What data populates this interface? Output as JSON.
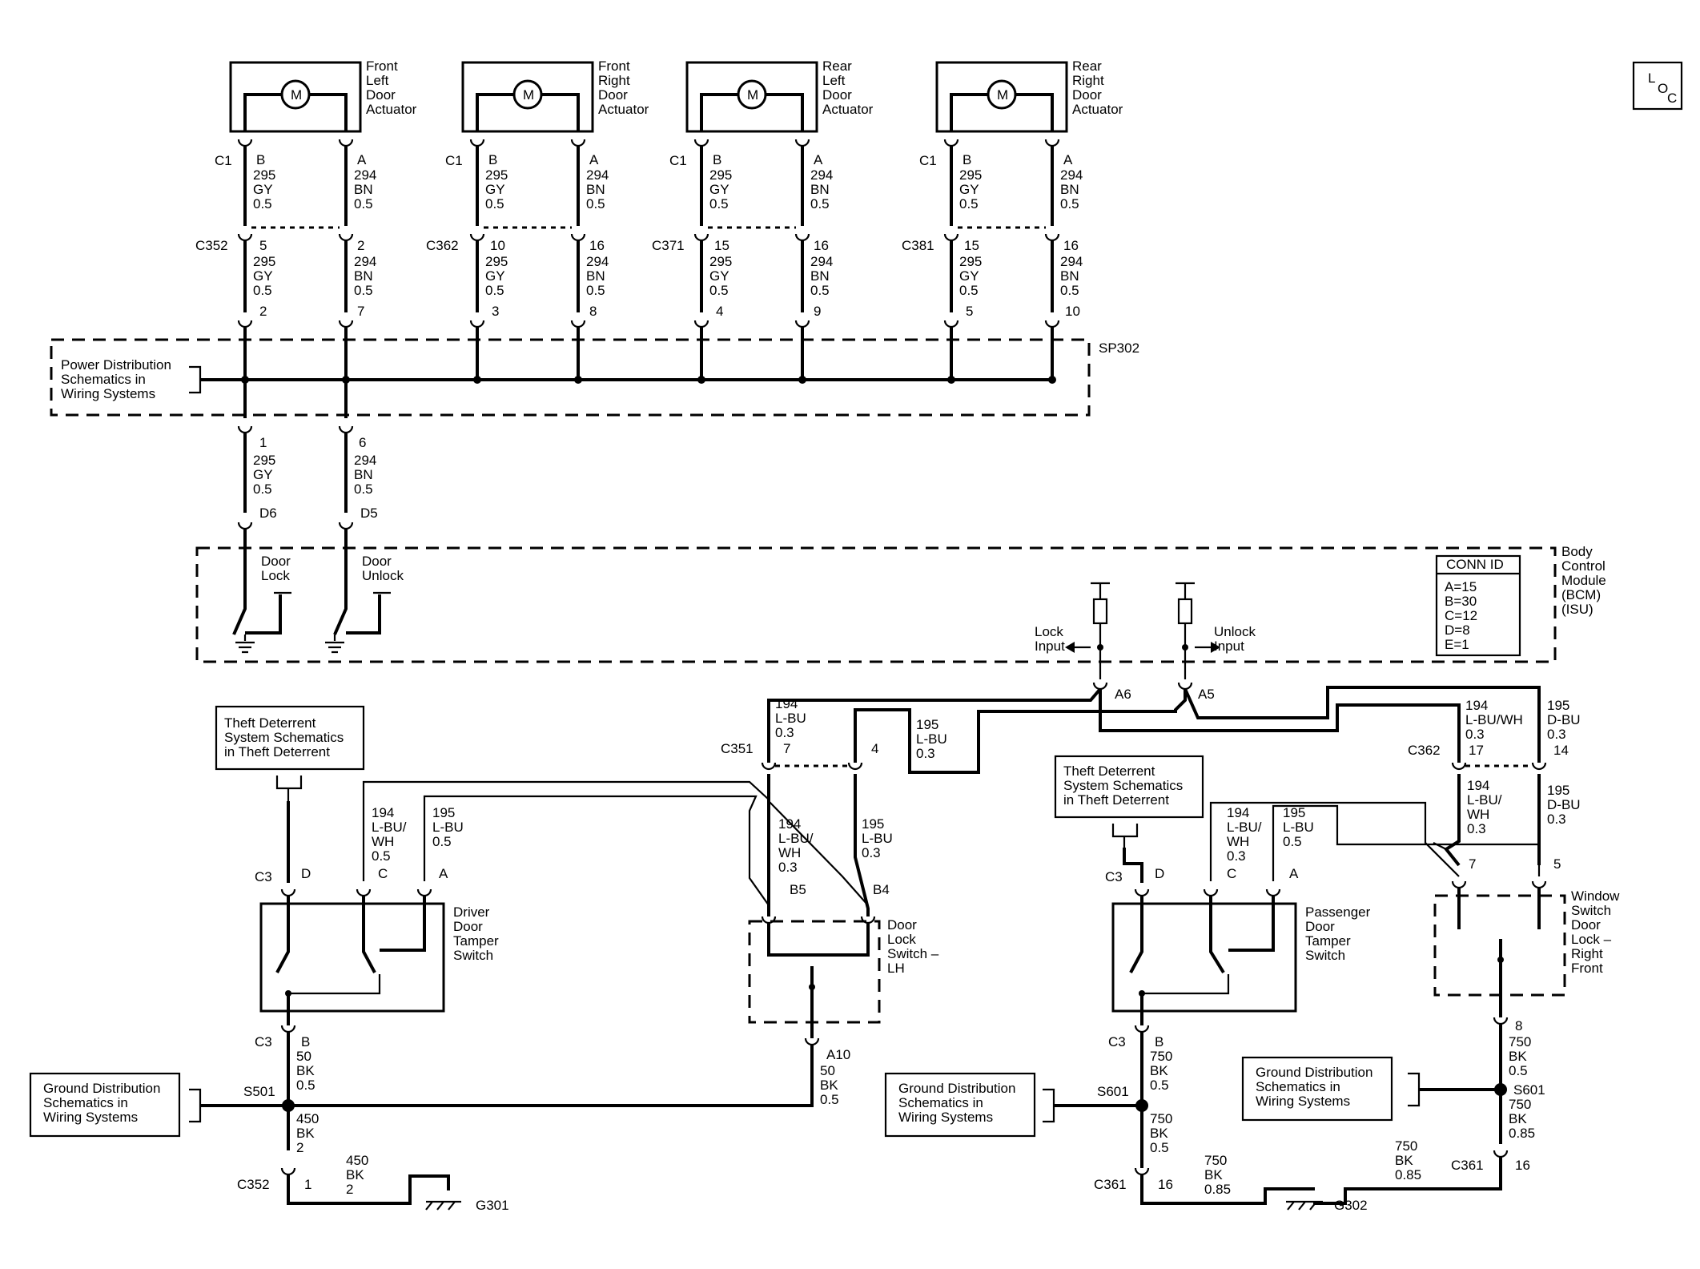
{
  "loc_label": {
    "l": "L",
    "o": "O",
    "c": "C"
  },
  "actuators": [
    {
      "lines": [
        "Front",
        "Left",
        "Door",
        "Actuator"
      ],
      "c1": "C1",
      "pinB": "B",
      "pinA": "A",
      "left_wire": [
        "295",
        "GY",
        "0.5"
      ],
      "right_wire": [
        "294",
        "BN",
        "0.5"
      ],
      "mid_conn": "C352",
      "mid_pin_l": "5",
      "mid_pin_r": "2",
      "left_wire2": [
        "295",
        "GY",
        "0.5"
      ],
      "right_wire2": [
        "294",
        "BN",
        "0.5"
      ],
      "sp_pin_l": "2",
      "sp_pin_r": "7"
    },
    {
      "lines": [
        "Front",
        "Right",
        "Door",
        "Actuator"
      ],
      "c1": "C1",
      "pinB": "B",
      "pinA": "A",
      "left_wire": [
        "295",
        "GY",
        "0.5"
      ],
      "right_wire": [
        "294",
        "BN",
        "0.5"
      ],
      "mid_conn": "C362",
      "mid_pin_l": "10",
      "mid_pin_r": "16",
      "left_wire2": [
        "295",
        "GY",
        "0.5"
      ],
      "right_wire2": [
        "294",
        "BN",
        "0.5"
      ],
      "sp_pin_l": "3",
      "sp_pin_r": "8"
    },
    {
      "lines": [
        "Rear",
        "Left",
        "Door",
        "Actuator"
      ],
      "c1": "C1",
      "pinB": "B",
      "pinA": "A",
      "left_wire": [
        "295",
        "GY",
        "0.5"
      ],
      "right_wire": [
        "294",
        "BN",
        "0.5"
      ],
      "mid_conn": "C371",
      "mid_pin_l": "15",
      "mid_pin_r": "16",
      "left_wire2": [
        "295",
        "GY",
        "0.5"
      ],
      "right_wire2": [
        "294",
        "BN",
        "0.5"
      ],
      "sp_pin_l": "4",
      "sp_pin_r": "9"
    },
    {
      "lines": [
        "Rear",
        "Right",
        "Door",
        "Actuator"
      ],
      "c1": "C1",
      "pinB": "B",
      "pinA": "A",
      "left_wire": [
        "295",
        "GY",
        "0.5"
      ],
      "right_wire": [
        "294",
        "BN",
        "0.5"
      ],
      "mid_conn": "C381",
      "mid_pin_l": "15",
      "mid_pin_r": "16",
      "left_wire2": [
        "295",
        "GY",
        "0.5"
      ],
      "right_wire2": [
        "294",
        "BN",
        "0.5"
      ],
      "sp_pin_l": "5",
      "sp_pin_r": "10"
    }
  ],
  "motor_symbol": "M",
  "splice_pack": {
    "id": "SP302",
    "ref": [
      "Power Distribution",
      "Schematics in",
      "Wiring Systems"
    ]
  },
  "sp_out": {
    "pin_l": "1",
    "pin_r": "6",
    "left_wire": [
      "295",
      "GY",
      "0.5"
    ],
    "right_wire": [
      "294",
      "BN",
      "0.5"
    ],
    "bcm_pin_l": "D6",
    "bcm_pin_r": "D5"
  },
  "bcm": {
    "lines": [
      "Body",
      "Control",
      "Module",
      "(BCM)",
      "(ISU)"
    ],
    "door_lock": [
      "Door",
      "Lock"
    ],
    "door_unlock": [
      "Door",
      "Unlock"
    ],
    "lock_input": [
      "Lock",
      "Input"
    ],
    "unlock_input": [
      "Unlock",
      "Input"
    ],
    "pin_lock": "A6",
    "pin_unlock": "A5",
    "conn_id_title": "CONN ID",
    "conn_ids": [
      "A=15",
      "B=30",
      "C=12",
      "D=8",
      "E=1"
    ]
  },
  "left_side": {
    "theft_ref": [
      "Theft Deterrent",
      "System Schematics",
      "in Theft Deterrent"
    ],
    "c351": "C351",
    "c351_pin_l": "7",
    "c351_pin_r": "4",
    "wire_194_top": [
      "194",
      "L-BU",
      "0.3"
    ],
    "wire_195_top": [
      "195",
      "L-BU",
      "0.3"
    ],
    "wire_194_mid": [
      "194",
      "L-BU/",
      "WH",
      "0.3"
    ],
    "wire_195_mid": [
      "195",
      "L-BU",
      "0.3"
    ],
    "wire_194_sw": [
      "194",
      "L-BU/",
      "WH",
      "0.5"
    ],
    "wire_195_sw": [
      "195",
      "L-BU",
      "0.5"
    ],
    "c3": "C3",
    "pin_d": "D",
    "pin_c": "C",
    "pin_a": "A",
    "pin_b": "B",
    "tamper": [
      "Driver",
      "Door",
      "Tamper",
      "Switch"
    ],
    "lock_switch": [
      "Door",
      "Lock",
      "Switch –",
      "LH"
    ],
    "pin_b5": "B5",
    "pin_b4": "B4",
    "pin_a10": "A10",
    "wire_50_sw": [
      "50",
      "BK",
      "0.5"
    ],
    "wire_50_ls": [
      "50",
      "BK",
      "0.5"
    ],
    "splice": "S501",
    "ground_ref": [
      "Ground Distribution",
      "Schematics in",
      "Wiring Systems"
    ],
    "wire_450a": [
      "450",
      "BK",
      "2"
    ],
    "c352": "C352",
    "c352_pin": "1",
    "wire_450b": [
      "450",
      "BK",
      "2"
    ],
    "ground": "G301"
  },
  "right_side": {
    "theft_ref": [
      "Theft Deterrent",
      "System Schematics",
      "in Theft Deterrent"
    ],
    "c362": "C362",
    "c362_pin_l": "17",
    "c362_pin_r": "14",
    "wire_194_top": [
      "194",
      "L-BU/WH",
      "0.3"
    ],
    "wire_195_top": [
      "195",
      "D-BU",
      "0.3"
    ],
    "wire_194_mid": [
      "194",
      "L-BU/",
      "WH",
      "0.3"
    ],
    "wire_195_mid": [
      "195",
      "D-BU",
      "0.3"
    ],
    "wire_194_sw": [
      "194",
      "L-BU/",
      "WH",
      "0.3"
    ],
    "wire_195_sw": [
      "195",
      "L-BU",
      "0.5"
    ],
    "c3": "C3",
    "pin_d": "D",
    "pin_c": "C",
    "pin_a": "A",
    "pin_b": "B",
    "tamper": [
      "Passenger",
      "Door",
      "Tamper",
      "Switch"
    ],
    "window_switch": [
      "Window",
      "Switch",
      "Door",
      "Lock –",
      "Right",
      "Front"
    ],
    "ws_pin_l": "7",
    "ws_pin_r": "5",
    "ws_pin_b": "8",
    "wire_750_sw": [
      "750",
      "BK",
      "0.5"
    ],
    "wire_750_ws": [
      "750",
      "BK",
      "0.5"
    ],
    "splice_l": "S601",
    "splice_r": "S601",
    "ground_ref_l": [
      "Ground Distribution",
      "Schematics in",
      "Wiring Systems"
    ],
    "ground_ref_r": [
      "Ground Distribution",
      "Schematics in",
      "Wiring Systems"
    ],
    "wire_750_a": [
      "750",
      "BK",
      "0.5"
    ],
    "wire_750_b": [
      "750",
      "BK",
      "0.85"
    ],
    "c361_l": "C361",
    "c361_pin_l": "16",
    "c361_r": "C361",
    "c361_pin_r": "16",
    "wire_750_c": [
      "750",
      "BK",
      "0.85"
    ],
    "wire_750_d": [
      "750",
      "BK",
      "0.85"
    ],
    "ground": "G302"
  }
}
